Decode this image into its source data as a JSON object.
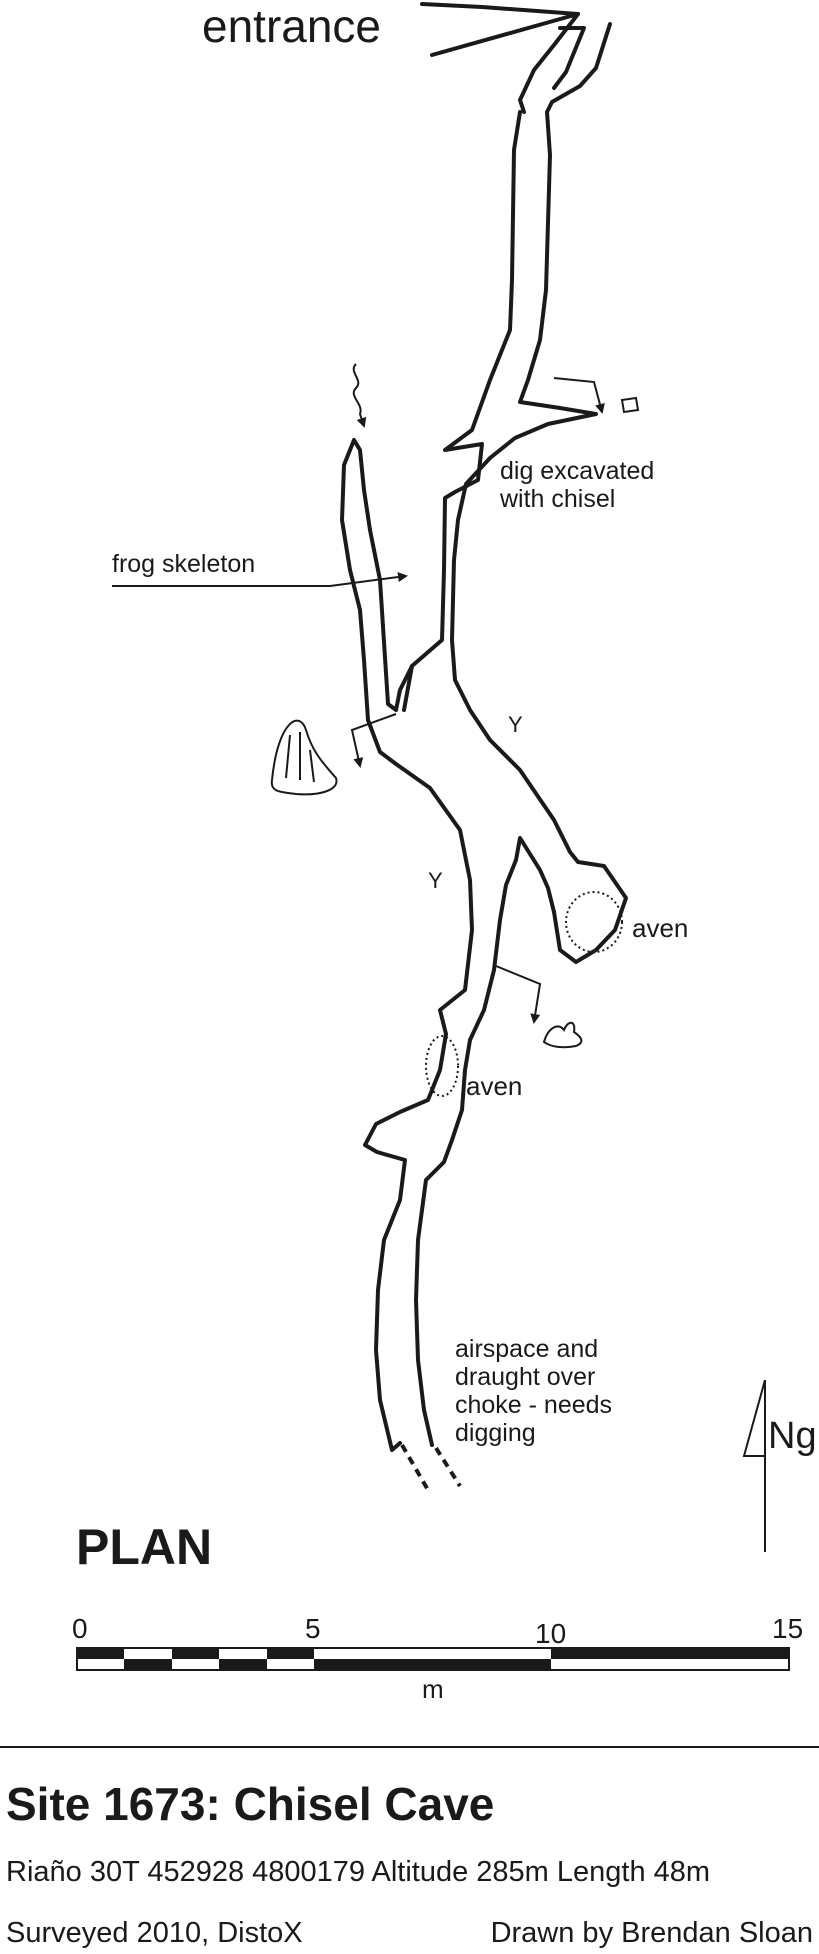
{
  "labels": {
    "entrance": "entrance",
    "dig": [
      "dig excavated",
      "with chisel"
    ],
    "frog": "frog skeleton",
    "y1": "Y",
    "y2": "Y",
    "aven1": "aven",
    "aven2": "aven",
    "airspace": [
      "airspace and",
      "draught over",
      "choke - needs",
      "digging"
    ],
    "north": "Ng",
    "plan": "PLAN"
  },
  "scale_bar": {
    "ticks": [
      "0",
      "5",
      "10",
      "15"
    ],
    "unit": "m"
  },
  "footer": {
    "title": "Site 1673: Chisel Cave",
    "coords": "Riaño 30T 452928 4800179 Altitude 285m Length 48m",
    "surveyed": "Surveyed 2010, DistoX",
    "drawn": "Drawn by Brendan Sloan"
  }
}
